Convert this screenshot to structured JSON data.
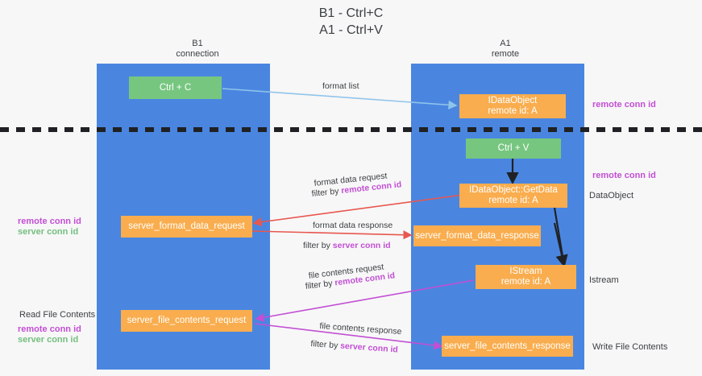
{
  "title": "B1 - Ctrl+C\nA1 - Ctrl+V",
  "columns": {
    "left": {
      "header": "B1\nconnection"
    },
    "right": {
      "header": "A1\nremote"
    }
  },
  "nodes": {
    "ctrl_c": "Ctrl + C",
    "ctrl_v": "Ctrl + V",
    "idataobject": "IDataObject\nremote id: A",
    "idataobject_getdata": "IDataObject::GetData\nremote id: A",
    "istream": "IStream\nremote id: A",
    "server_format_data_request": "server_format_data_request",
    "server_format_data_response": "server_format_data_response",
    "server_file_contents_request": "server_file_contents_request",
    "server_file_contents_response": "server_file_contents_response"
  },
  "edges": {
    "format_list": "format list",
    "format_data_request": "format data request",
    "format_data_request_filter_prefix": "filter by ",
    "format_data_request_filter_value": "remote conn id",
    "format_data_response": "format data response",
    "format_data_response_filter_prefix": "filter by ",
    "format_data_response_filter_value": "server conn id",
    "file_contents_request": "file contents request",
    "file_contents_request_filter_prefix": "filter by ",
    "file_contents_request_filter_value": "remote conn id",
    "file_contents_response": "file contents response",
    "file_contents_response_filter_prefix": "filter by ",
    "file_contents_response_filter_value": "server conn id"
  },
  "annotations": {
    "right_remote_conn_id_top": "remote conn id",
    "right_remote_conn_id_mid": "remote conn id",
    "right_dataobject": "DataObject",
    "right_istream": "Istream",
    "right_write_file_contents": "Write File Contents",
    "left_legend_remote_mid": "remote conn id",
    "left_legend_server_mid": "server conn id",
    "left_read_file_contents": "Read File Contents",
    "left_legend_remote_bottom": "remote conn id",
    "left_legend_server_bottom": "server conn id"
  },
  "colors": {
    "lane": "#4a86e0",
    "node_green": "#77c680",
    "node_orange": "#f9ad4e",
    "accent_remote": "#c24fd4",
    "accent_server": "#74bf7f",
    "arrow_red": "#e8574f",
    "arrow_blue": "#8fc4ea",
    "arrow_magenta": "#c24fd4",
    "arrow_black": "#202124",
    "background": "#f7f7f7"
  }
}
